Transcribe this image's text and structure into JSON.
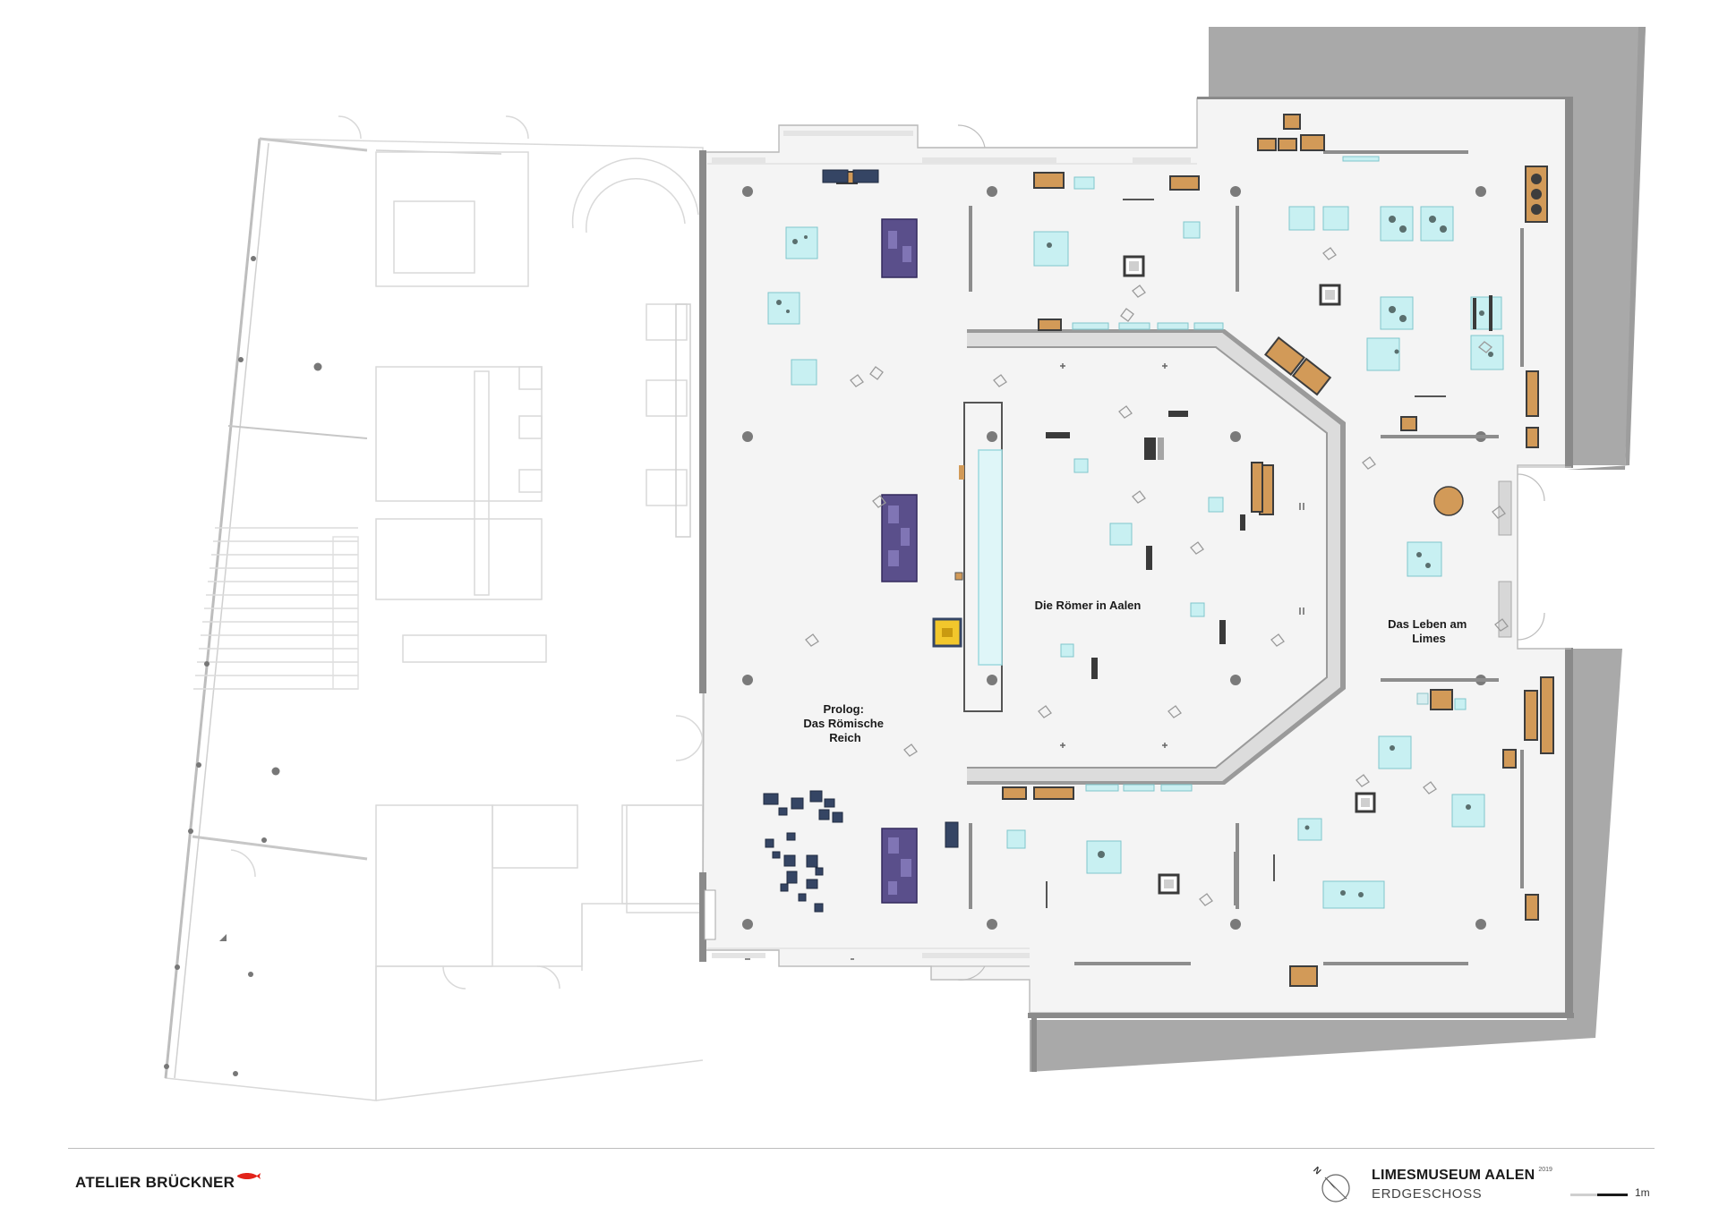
{
  "rooms": [
    {
      "id": "prolog",
      "lines": [
        "Prolog:",
        "Das Römische",
        "Reich"
      ]
    },
    {
      "id": "roemer",
      "lines": [
        "Die Römer in Aalen"
      ]
    },
    {
      "id": "limes",
      "lines": [
        "Das Leben am",
        "Limes"
      ]
    }
  ],
  "footer": {
    "brand": "ATELIER BRÜCKNER",
    "museum": "LIMESMUSEUM AALEN",
    "year": "2019",
    "floor": "ERDGESCHOSS",
    "scale": "1m",
    "north": "N"
  },
  "colors": {
    "wall": "#8c8c8c",
    "floor": "#f4f4f4",
    "roof": "#a9a9a9",
    "vitrine_cyan": "#bfeef0",
    "vitrine_wood": "#d49a55",
    "media_purple": "#5b4f8c",
    "object_navy": "#3c4a66",
    "brand_red": "#e2231a"
  },
  "icons": {
    "north_arrow": "north-arrow-icon",
    "brand_mark": "fish-logo-icon"
  }
}
